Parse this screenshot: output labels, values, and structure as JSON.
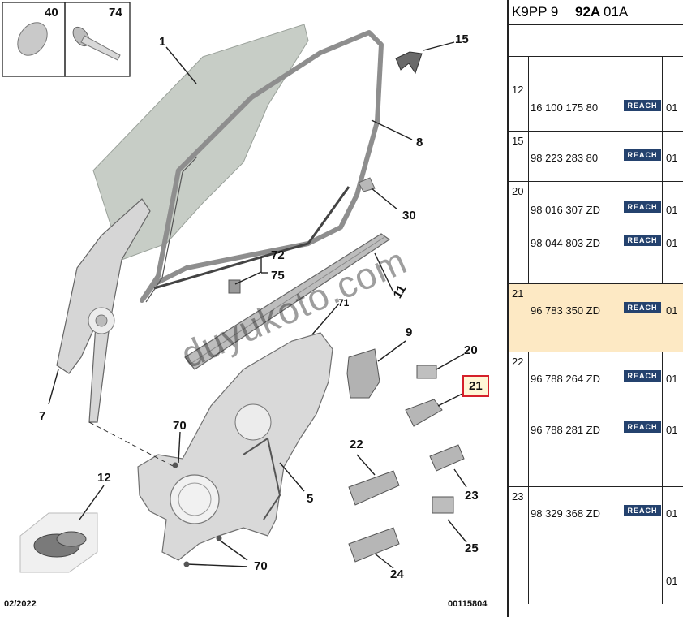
{
  "diagram": {
    "callouts": {
      "c40": "40",
      "c74": "74",
      "c1": "1",
      "c15": "15",
      "c8": "8",
      "c30": "30",
      "c72": "72",
      "c75": "75",
      "c11": "11",
      "c71": "71",
      "c9": "9",
      "c20": "20",
      "c21": "21",
      "c7": "7",
      "c70a": "70",
      "c12": "12",
      "c22": "22",
      "c23": "23",
      "c5": "5",
      "c25": "25",
      "c24": "24",
      "c70b": "70"
    },
    "date": "02/2022",
    "ref": "00115804",
    "watermark": "duyukoto.com"
  },
  "table": {
    "reference_prefix": "K9PP 9 ",
    "reference_bold": "92A",
    "reference_suffix": " 01A",
    "reach_badge": "REACH",
    "rows": [
      {
        "item": "12",
        "parts": [
          {
            "pn": "16 100 175 80",
            "qty": "01"
          }
        ]
      },
      {
        "item": "15",
        "parts": [
          {
            "pn": "98 223 283 80",
            "qty": "01"
          }
        ]
      },
      {
        "item": "20",
        "parts": [
          {
            "pn": "98 016 307 ZD",
            "qty": "01"
          },
          {
            "pn": "98 044 803 ZD",
            "qty": "01"
          }
        ]
      },
      {
        "item": "21",
        "parts": [
          {
            "pn": "96 783 350 ZD",
            "qty": "01"
          }
        ],
        "highlight": true
      },
      {
        "item": "22",
        "parts": [
          {
            "pn": "96 788 264 ZD",
            "qty": "01"
          },
          {
            "pn": "96 788 281 ZD",
            "qty": "01"
          }
        ]
      },
      {
        "item": "23",
        "parts": [
          {
            "pn": "98 329 368 ZD",
            "qty": "01"
          }
        ],
        "extra_qty": "01"
      }
    ]
  },
  "colors": {
    "highlight_fill": "#fde9c4",
    "highlight_border": "#d5202a",
    "reach_badge": "#24426e"
  }
}
